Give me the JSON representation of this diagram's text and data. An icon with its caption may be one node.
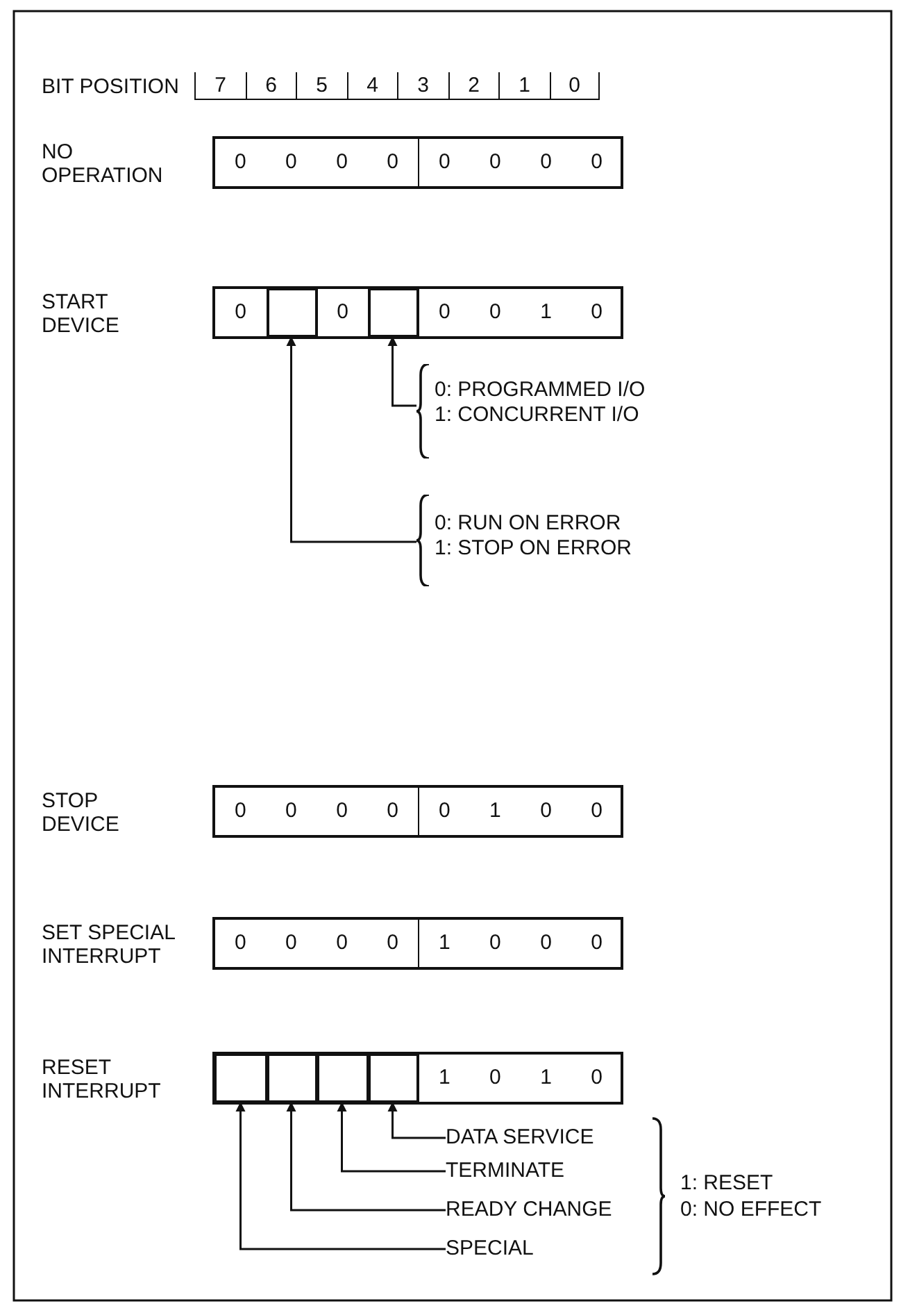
{
  "diagram": {
    "nodes": [
      {
        "text": [
          "NO OPERATION"
        ]
      },
      {
        "text": [
          "0 0 0 0"
        ],
        "in": 0
      },
      {
        "text": [
          "0 0 0 0"
        ],
        "in": 0
      },
      {
        "text": [
          "START DEVICE"
        ]
      },
      {
        "text": [
          "0"
        ],
        "in": 3
      },
      {
        "text": [],
        "shape": "box",
        "in": 3
      },
      {
        "text": [
          "0"
        ],
        "in": 3
      },
      {
        "text": [],
        "shape": "box",
        "in": 3
      },
      {
        "text": [
          "0 0 1 0"
        ],
        "in": 3
      },
      {
        "text": [
          "0: PROGRAMMED I/O",
          "1: CONCURRENT I/O"
        ]
      },
      {
        "text": [
          "0: RUN ON ERROR",
          "1: STOP ON ERROR"
        ]
      },
      {
        "text": [
          "STOP DEVICE"
        ]
      },
      {
        "text": [
          "0 0 0 0"
        ],
        "in": 11
      },
      {
        "text": [
          "0 1 0 0"
        ],
        "in": 11
      },
      {
        "text": [
          "SET SPECIAL INTERRUPT"
        ]
      },
      {
        "text": [
          "0 0 0 0"
        ],
        "in": 14
      },
      {
        "text": [
          "1 0 0 0"
        ],
        "in": 14
      },
      {
        "text": [
          "RESET INTERRUPT"
        ]
      },
      {
        "text": [],
        "shape": "box",
        "in": 17
      },
      {
        "text": [],
        "shape": "box",
        "in": 17
      },
      {
        "text": [],
        "shape": "box",
        "in": 17
      },
      {
        "text": [],
        "shape": "box",
        "in": 17
      },
      {
        "text": [
          "1 0 1 0"
        ],
        "in": 17
      },
      {
        "text": [
          "DATA SERVICE"
        ]
      },
      {
        "text": [
          "TERMINATE"
        ]
      },
      {
        "text": [
          "READY CHANGE"
        ]
      },
      {
        "text": [
          "SPECIAL"
        ]
      }
    ],
    "edges": [
      {
        "from": 9,
        "to": 7,
        "arrow": "to"
      },
      {
        "from": 10,
        "to": 5,
        "arrow": "to"
      },
      {
        "from": 23,
        "to": 21,
        "arrow": "to"
      },
      {
        "from": 24,
        "to": 20,
        "arrow": "to"
      },
      {
        "from": 25,
        "to": 19,
        "arrow": "to"
      },
      {
        "from": 26,
        "to": 18,
        "arrow": "to"
      }
    ],
    "labels": [
      "BIT POSITION",
      "7",
      "6",
      "5",
      "4",
      "3",
      "2",
      "1",
      "0",
      "1: RESET",
      "0: NO EFFECT"
    ]
  }
}
